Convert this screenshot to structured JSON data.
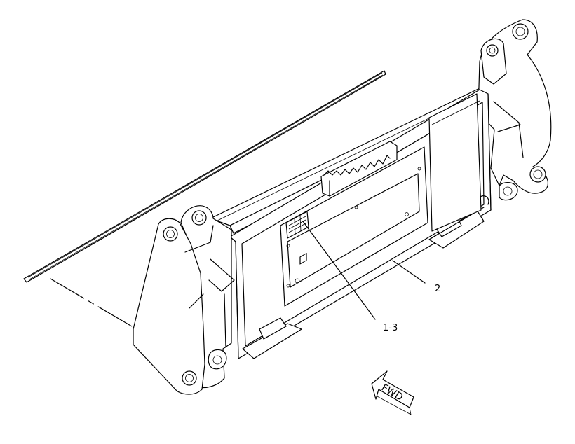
{
  "callouts": {
    "part_1_3": "1-3",
    "part_2": "2"
  },
  "direction_arrow": {
    "label": "FWD"
  },
  "colors": {
    "line": "#000000",
    "background": "#ffffff"
  }
}
